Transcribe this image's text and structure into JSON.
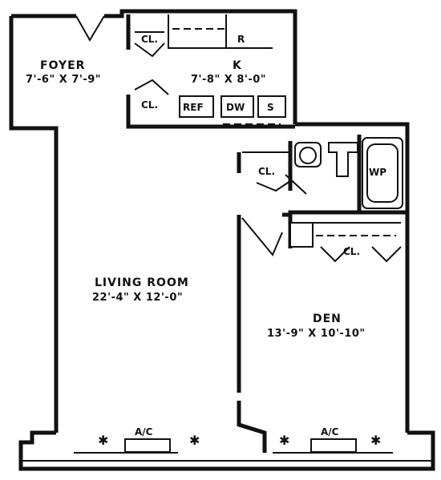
{
  "rooms": {
    "foyer": {
      "name": "FOYER",
      "dims": "7'-6\" X 7'-9\""
    },
    "kitchen": {
      "name": "K",
      "dims": "7'-8\" X 8'-0\""
    },
    "living": {
      "name": "LIVING ROOM",
      "dims": "22'-4\" X 12'-0\""
    },
    "den": {
      "name": "DEN",
      "dims": "13'-9\" X 10'-10\""
    }
  },
  "fixtures": {
    "closet": "CL.",
    "refrigerator": "R",
    "refrigerator_box": "REF",
    "dishwasher": "DW",
    "sink": "S",
    "washer": "WP",
    "ac": "A/C"
  }
}
